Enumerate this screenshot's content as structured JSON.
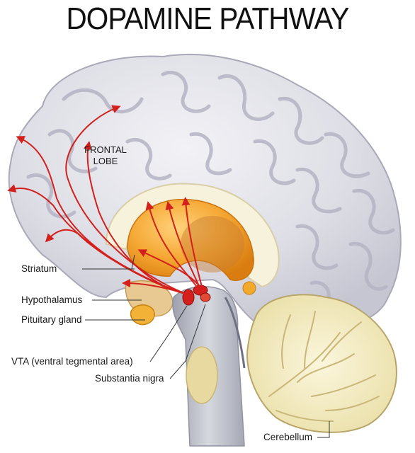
{
  "title": "DOPAMINE PATHWAY",
  "region_label": [
    "FRONTAL",
    "LOBE"
  ],
  "labels": {
    "striatum": "Striatum",
    "hypothalamus": "Hypothalamus",
    "pituitary": "Pituitary gland",
    "vta": "VTA (ventral tegmental area)",
    "substantia_nigra": "Substantia nigra",
    "cerebellum": "Cerebellum"
  },
  "colors": {
    "brain": "#dcdce4",
    "brain_fold": "#b8b8c6",
    "striatum": "#f3a431",
    "pathway": "#d4201c",
    "cerebellum": "#f3ecc4",
    "brainstem": "#b9bcc6"
  }
}
